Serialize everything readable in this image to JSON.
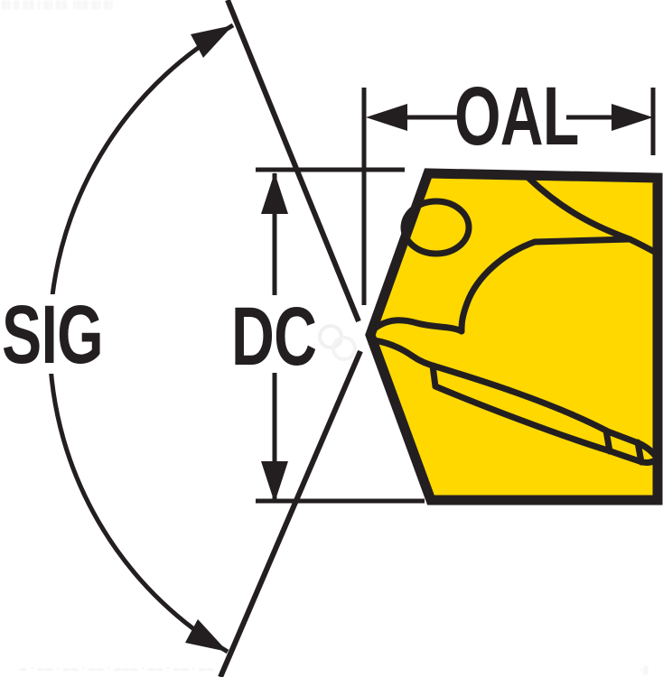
{
  "diagram": {
    "title": "drill-tip-dimension-diagram",
    "labels": {
      "angle": "SIG",
      "diameter": "DC",
      "length": "OAL"
    },
    "colors": {
      "insert_fill": "#FFD800",
      "line": "#231F20",
      "background": "#FFFFFF",
      "watermark": "#F7F7F7"
    },
    "watermarks": {
      "top_left": "█▌█ ██▐ █▌██ ▐██ █▌█▌",
      "bottom": "▬ ▪ ▬▬ ▪ ▬▬ ▪ ▬▬ ▪ ▬▬▬ ▪ ▬▬ ▪ ▬▬ ▪ ▬▬",
      "bottom_right": "▪█"
    }
  }
}
